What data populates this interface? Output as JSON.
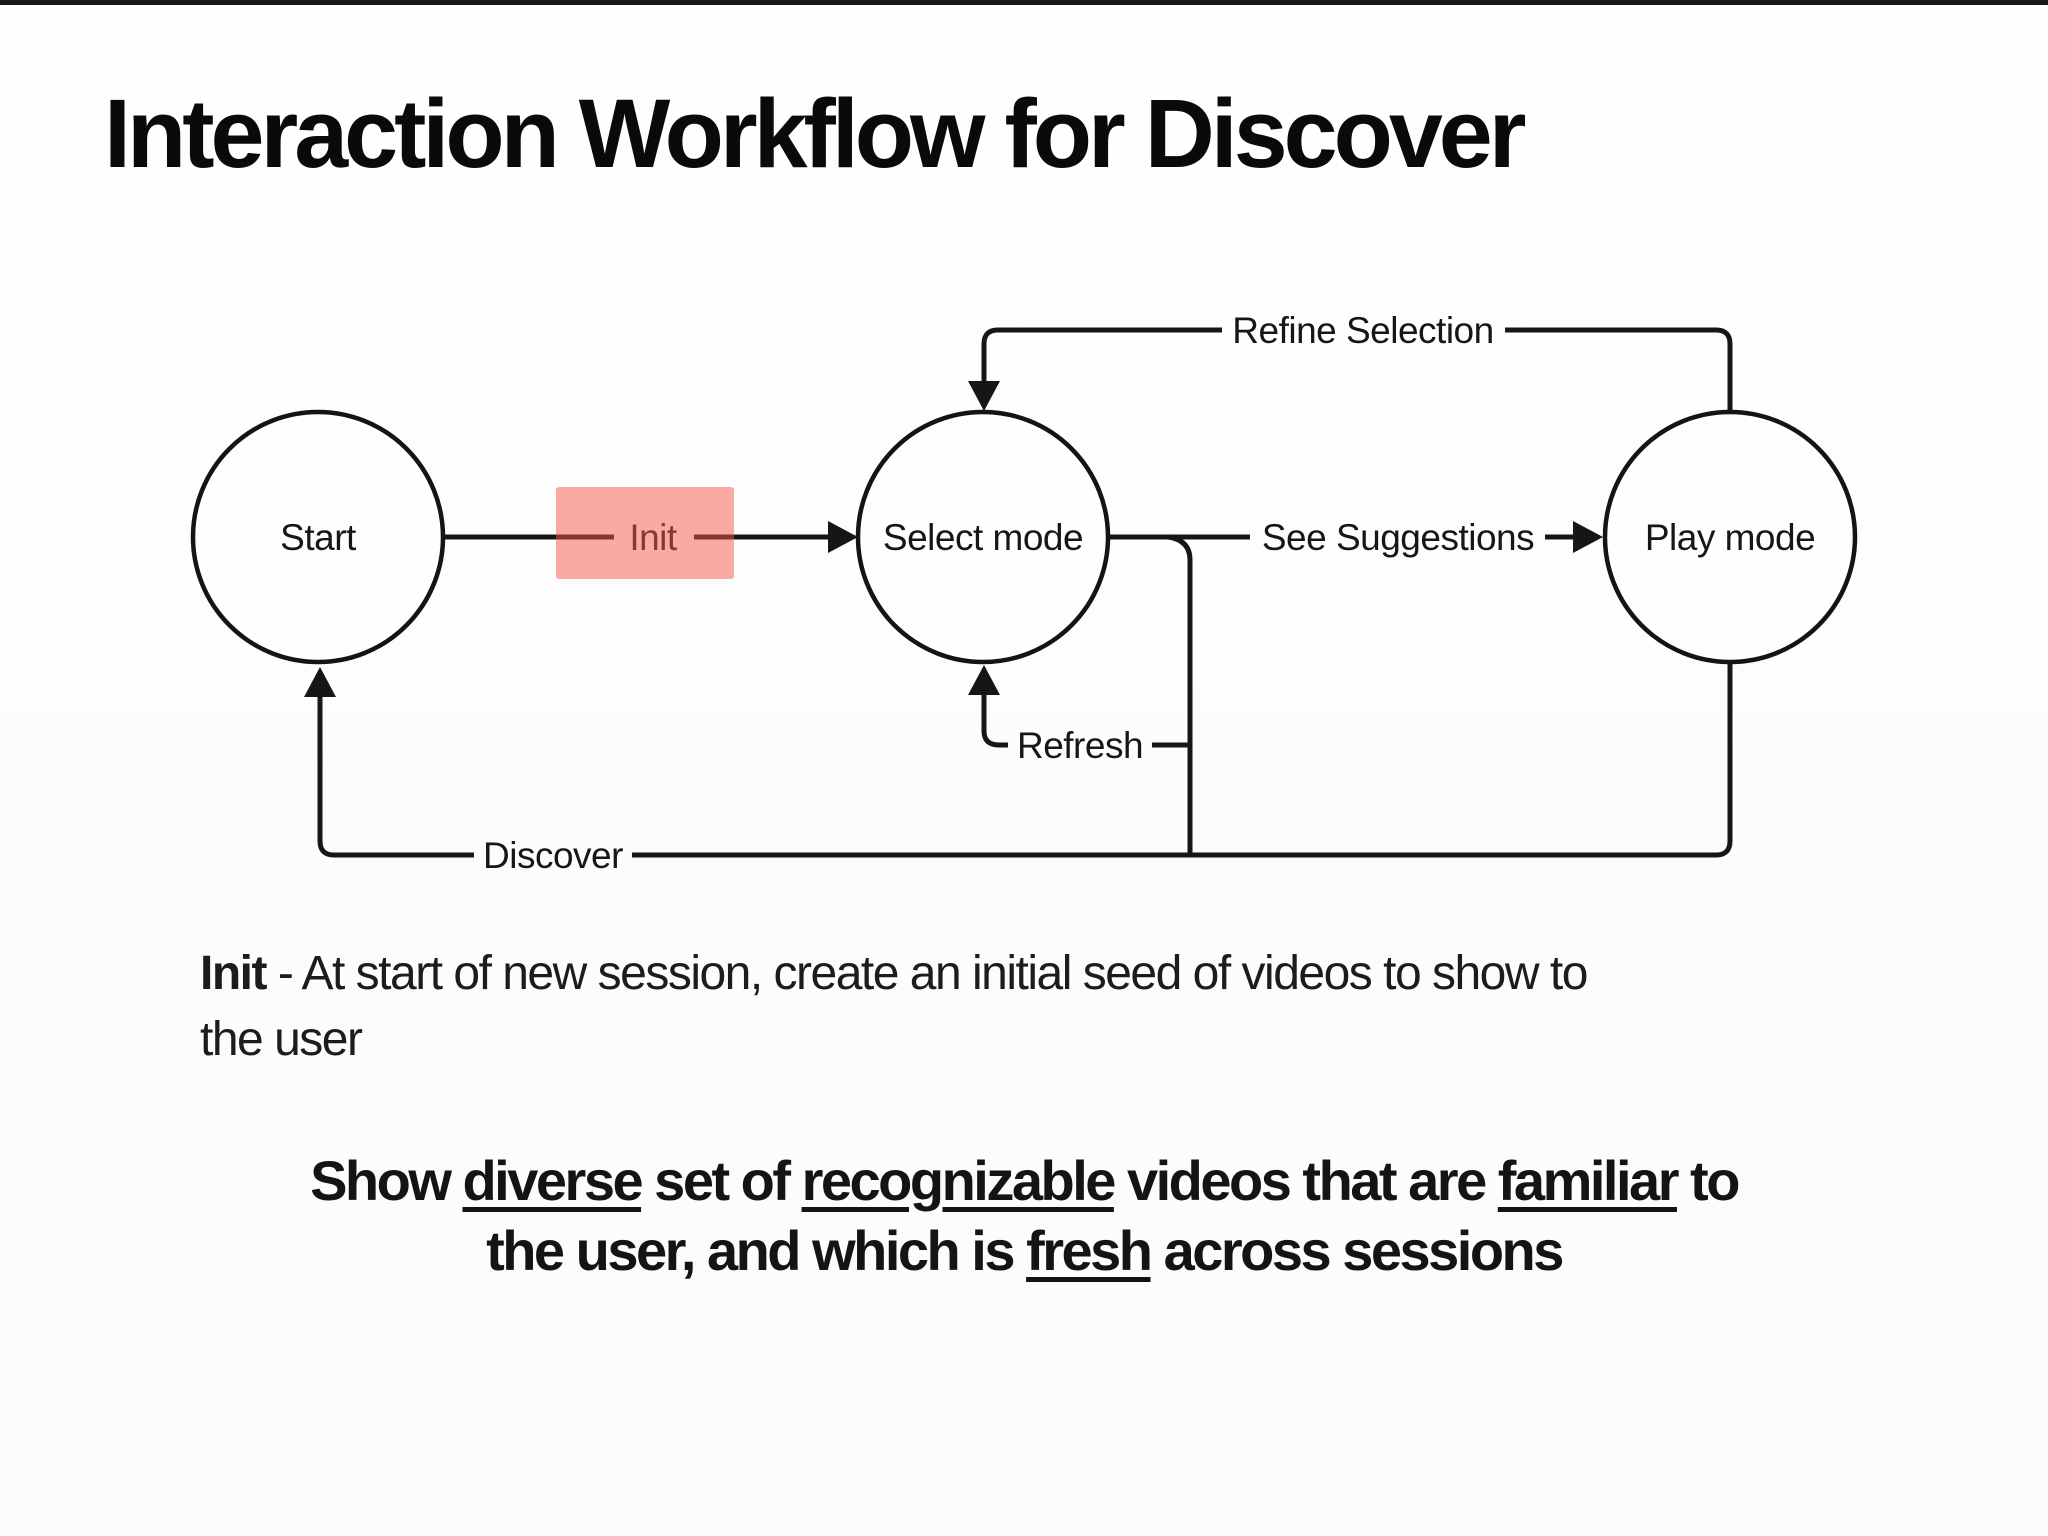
{
  "page": {
    "title": "Interaction Workflow for Discover"
  },
  "diagram": {
    "nodes": {
      "start": "Start",
      "select": "Select mode",
      "play": "Play mode"
    },
    "edges": {
      "init": "Init",
      "refine": "Refine Selection",
      "suggestions": "See Suggestions",
      "refresh": "Refresh",
      "discover": "Discover"
    },
    "highlight": {
      "color": "#f75945"
    }
  },
  "notes": {
    "init_term": "Init",
    "init_rest": " - At start of new session, create an initial seed of videos to show to",
    "init_line2": "the user"
  },
  "statement": {
    "l1s1": "Show ",
    "l1u1": "diverse",
    "l1s2": " set of ",
    "l1u2": "recognizable",
    "l1s3": " videos that are ",
    "l1u3": "familiar",
    "l1s4": " to",
    "l2s1": "the user, and which is ",
    "l2u1": "fresh",
    "l2s2": " across sessions"
  }
}
